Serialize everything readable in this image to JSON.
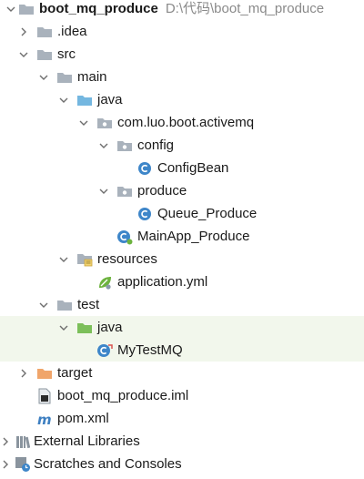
{
  "project": {
    "name": "boot_mq_produce",
    "path": "D:\\代码\\boot_mq_produce"
  },
  "nodes": {
    "idea": ".idea",
    "src": "src",
    "main": "main",
    "java_main": "java",
    "pkg": "com.luo.boot.activemq",
    "config": "config",
    "config_bean": "ConfigBean",
    "produce": "produce",
    "queue_produce": "Queue_Produce",
    "main_app": "MainApp_Produce",
    "resources": "resources",
    "app_yml": "application.yml",
    "test": "test",
    "java_test": "java",
    "my_test": "MyTestMQ",
    "target": "target",
    "iml": "boot_mq_produce.iml",
    "pom": "pom.xml",
    "ext_libs": "External Libraries",
    "scratches": "Scratches and Consoles"
  },
  "colors": {
    "folder": "#a9b2bc",
    "source_folder": "#74b7e0",
    "test_folder": "#7cbf5a",
    "excluded_folder": "#f0a56a",
    "class_icon": "#3e86c9",
    "highlight_row": "#f2f7ec"
  }
}
